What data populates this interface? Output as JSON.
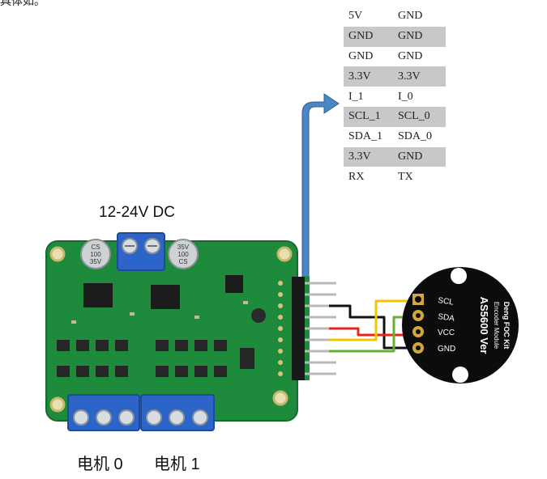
{
  "top_fragment": "具体如。",
  "pin_table": {
    "rows": [
      {
        "left": "5V",
        "right": "GND",
        "shaded": false
      },
      {
        "left": "GND",
        "right": "GND",
        "shaded": true
      },
      {
        "left": "GND",
        "right": "GND",
        "shaded": false
      },
      {
        "left": "3.3V",
        "right": "3.3V",
        "shaded": true
      },
      {
        "left": "I_1",
        "right": "I_0",
        "shaded": false
      },
      {
        "left": "SCL_1",
        "right": "SCL_0",
        "shaded": true
      },
      {
        "left": "SDA_1",
        "right": "SDA_0",
        "shaded": false
      },
      {
        "left": "3.3V",
        "right": "GND",
        "shaded": true
      },
      {
        "left": "RX",
        "right": "TX",
        "shaded": false
      }
    ]
  },
  "board": {
    "supply_label": "12-24V DC",
    "cap_left_text": [
      "CS",
      "100",
      "35V"
    ],
    "cap_right_text": [
      "35V",
      "100",
      "CS"
    ],
    "motor0_label": "电机 0",
    "motor1_label": "电机 1"
  },
  "encoder": {
    "title": "Deng FOC Kit",
    "subtitle": "Encoder Module",
    "model": "AS5600 Ver",
    "pins": [
      "SCL",
      "SDA",
      "VCC",
      "GND"
    ]
  },
  "colors": {
    "pcb": "#1d8a3c",
    "arrow": "#4a86c4",
    "wire_yellow": "#f2c400",
    "wire_black": "#111111",
    "wire_red": "#e8241c",
    "wire_green": "#66b032",
    "terminal_blue": "#2c64c8"
  }
}
